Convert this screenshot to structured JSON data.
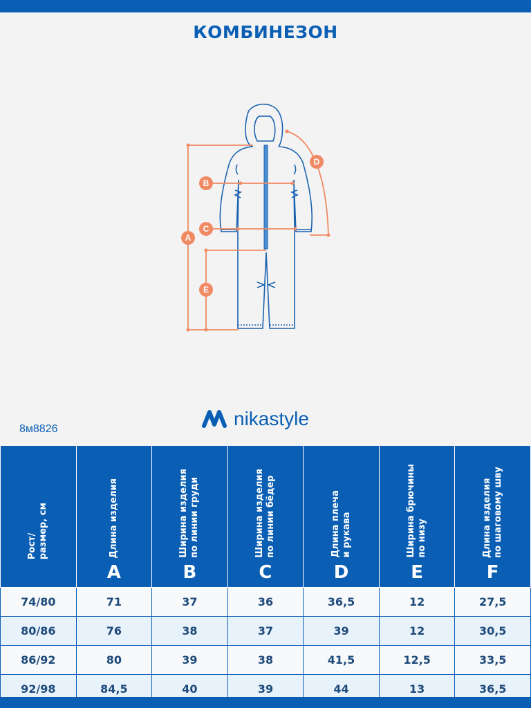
{
  "title": "КОМБИНЕЗОН",
  "sku": "8м8826",
  "brand": "nikastyle",
  "colors": {
    "brand_blue": "#0a5fb5",
    "measure_orange": "#f08a64"
  },
  "diagram_labels": [
    "A",
    "B",
    "C",
    "D",
    "E"
  ],
  "table": {
    "headers": [
      {
        "text": "Рост/\nразмер, см",
        "letter": ""
      },
      {
        "text": "Длина изделия",
        "letter": "A"
      },
      {
        "text": "Ширина изделия\nпо линии груди",
        "letter": "B"
      },
      {
        "text": "Ширина изделия\nпо линии бёдер",
        "letter": "C"
      },
      {
        "text": "Длина плеча\nи рукава",
        "letter": "D"
      },
      {
        "text": "Ширина брючины\nпо низу",
        "letter": "E"
      },
      {
        "text": "Длина изделия\nпо шаговому шву",
        "letter": "F"
      }
    ],
    "rows": [
      [
        "74/80",
        "71",
        "37",
        "36",
        "36,5",
        "12",
        "27,5"
      ],
      [
        "80/86",
        "76",
        "38",
        "37",
        "39",
        "12",
        "30,5"
      ],
      [
        "86/92",
        "80",
        "39",
        "38",
        "41,5",
        "12,5",
        "33,5"
      ],
      [
        "92/98",
        "84,5",
        "40",
        "39",
        "44",
        "13",
        "36,5"
      ]
    ]
  }
}
